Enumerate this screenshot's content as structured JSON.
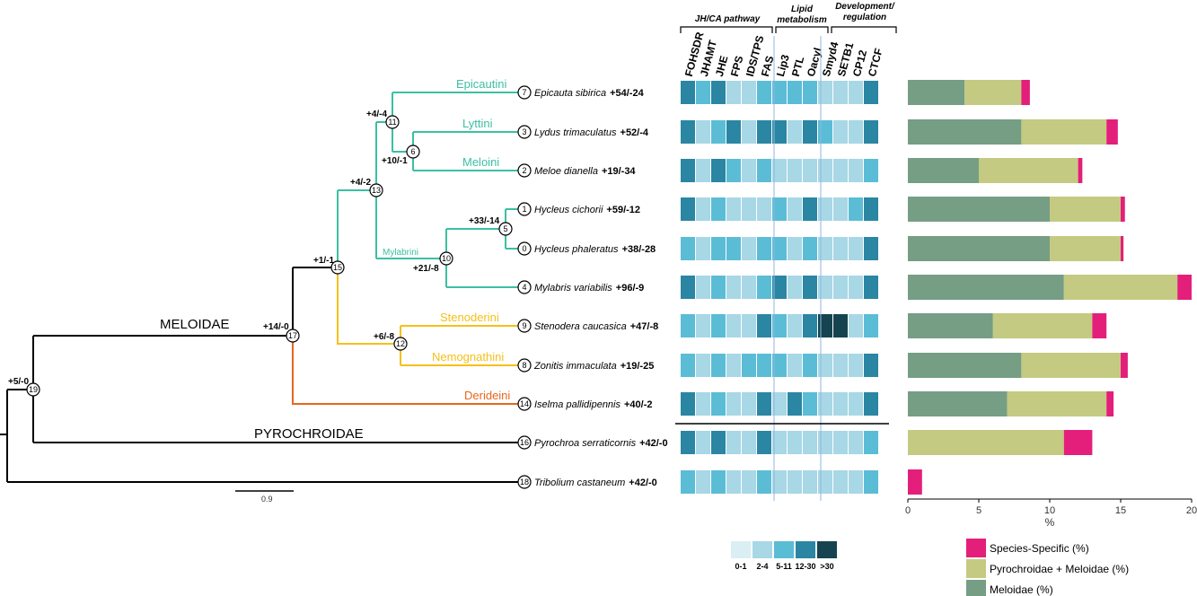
{
  "tree": {
    "families": [
      {
        "id": "meloidae",
        "label": "MELOIDAE"
      },
      {
        "id": "pyrochroidae",
        "label": "PYROCHROIDAE"
      }
    ],
    "tribes": [
      {
        "id": "epicautini",
        "label": "Epicautini",
        "color": "#3cbfa3"
      },
      {
        "id": "lyttini",
        "label": "Lyttini",
        "color": "#3cbfa3"
      },
      {
        "id": "meloini",
        "label": "Meloini",
        "color": "#3cbfa3"
      },
      {
        "id": "mylabrini",
        "label": "Mylabrini",
        "color": "#3cbfa3"
      },
      {
        "id": "stenoderini",
        "label": "Stenoderini",
        "color": "#f5c018"
      },
      {
        "id": "nemognathini",
        "label": "Nemognathini",
        "color": "#f5c018"
      },
      {
        "id": "derideini",
        "label": "Derideini",
        "color": "#e8661e"
      }
    ],
    "nodes": [
      {
        "id": "n19",
        "number": "19",
        "stat": "+5/-0"
      },
      {
        "id": "n17",
        "number": "17",
        "stat": "+14/-0"
      },
      {
        "id": "n15",
        "number": "15",
        "stat": "+1/-1"
      },
      {
        "id": "n13",
        "number": "13",
        "stat": "+4/-2"
      },
      {
        "id": "n11",
        "number": "11",
        "stat": "+4/-4"
      },
      {
        "id": "n6",
        "number": "6",
        "stat": "+10/-1"
      },
      {
        "id": "n10",
        "number": "10",
        "stat": "+21/-8"
      },
      {
        "id": "n5",
        "number": "5",
        "stat": "+33/-14"
      },
      {
        "id": "n12",
        "number": "12",
        "stat": "+6/-8"
      }
    ],
    "scale_label": "0.9"
  },
  "gene_groups": [
    {
      "id": "jh",
      "line1": "JH/CA pathway",
      "line2": ""
    },
    {
      "id": "lipid",
      "line1": "Lipid",
      "line2": "metabolism"
    },
    {
      "id": "dev",
      "line1": "Development/",
      "line2": "regulation"
    }
  ],
  "genes": [
    "FOHSDR",
    "JHAMT",
    "JHE",
    "FPS",
    "IDS/TPS",
    "FAS",
    "Lip3",
    "PTL",
    "Oacyl",
    "Smyd4",
    "SETB1",
    "CP12",
    "CTCF"
  ],
  "heat_legend": {
    "labels": [
      "0-1",
      "2-4",
      "5-11",
      "12-30",
      ">30"
    ],
    "colors": [
      "#d9eff4",
      "#a8d7e6",
      "#5bbcd6",
      "#2a86a2",
      "#154450"
    ]
  },
  "chart_data": {
    "type": "bar",
    "stacked": true,
    "orientation": "horizontal",
    "xlim": [
      0,
      20
    ],
    "xticks": [
      0,
      5,
      10,
      15,
      20
    ],
    "xlabel": "%",
    "ylabel": "",
    "legend_position": "bottom-right",
    "categories": [
      "Epicauta sibirica",
      "Lydus trimaculatus",
      "Meloe dianella",
      "Hycleus cichorii",
      "Hycleus phaleratus",
      "Mylabris variabilis",
      "Stenodera caucasica",
      "Zonitis immaculata",
      "Iselma pallidipennis",
      "Pyrochroa serraticornis",
      "Tribolium castaneum"
    ],
    "series": [
      {
        "name": "Meloidae (%)",
        "color": "#759e84",
        "values": [
          4,
          8,
          5,
          10,
          10,
          11,
          6,
          8,
          7,
          0,
          0
        ]
      },
      {
        "name": "Pyrochroidae + Meloidae (%)",
        "color": "#c4ca81",
        "values": [
          4,
          6,
          7,
          5,
          5,
          8,
          7,
          7,
          7,
          11,
          0
        ]
      },
      {
        "name": "Species-Specific (%)",
        "color": "#e41f7b",
        "values": [
          0.6,
          0.8,
          0.3,
          0.3,
          0.2,
          1.0,
          1.0,
          0.5,
          0.5,
          2.0,
          1.0
        ]
      }
    ]
  },
  "species": [
    {
      "number": "7",
      "name": "Epicauta sibirica",
      "stat": "+54/-24",
      "heat": [
        4,
        3,
        4,
        2,
        2,
        3,
        3,
        3,
        3,
        2,
        2,
        2,
        4
      ]
    },
    {
      "number": "3",
      "name": "Lydus trimaculatus",
      "stat": "+52/-4",
      "heat": [
        4,
        2,
        3,
        4,
        2,
        4,
        4,
        2,
        4,
        3,
        2,
        2,
        4
      ]
    },
    {
      "number": "2",
      "name": "Meloe dianella",
      "stat": "+19/-34",
      "heat": [
        4,
        2,
        4,
        3,
        2,
        3,
        2,
        2,
        2,
        2,
        2,
        2,
        3
      ]
    },
    {
      "number": "1",
      "name": "Hycleus cichorii",
      "stat": "+59/-12",
      "heat": [
        4,
        2,
        3,
        2,
        2,
        2,
        3,
        2,
        4,
        2,
        2,
        3,
        4
      ]
    },
    {
      "number": "0",
      "name": "Hycleus phaleratus",
      "stat": "+38/-28",
      "heat": [
        3,
        2,
        3,
        3,
        2,
        3,
        3,
        2,
        3,
        2,
        2,
        2,
        4
      ]
    },
    {
      "number": "4",
      "name": "Mylabris variabilis",
      "stat": "+96/-9",
      "heat": [
        4,
        2,
        3,
        2,
        2,
        3,
        4,
        2,
        4,
        2,
        2,
        2,
        4
      ]
    },
    {
      "number": "9",
      "name": "Stenodera caucasica",
      "stat": "+47/-8",
      "heat": [
        3,
        2,
        3,
        2,
        2,
        4,
        3,
        2,
        4,
        5,
        5,
        2,
        3
      ]
    },
    {
      "number": "8",
      "name": "Zonitis immaculata",
      "stat": "+19/-25",
      "heat": [
        3,
        2,
        3,
        2,
        3,
        3,
        3,
        2,
        3,
        2,
        2,
        2,
        4
      ]
    },
    {
      "number": "14",
      "name": "Iselma pallidipennis",
      "stat": "+40/-2",
      "heat": [
        4,
        2,
        3,
        2,
        2,
        4,
        2,
        4,
        3,
        2,
        2,
        2,
        4
      ]
    },
    {
      "number": "16",
      "name": "Pyrochroa serraticornis",
      "stat": "+42/-0",
      "heat": [
        4,
        2,
        4,
        2,
        2,
        4,
        2,
        2,
        2,
        2,
        2,
        2,
        3
      ]
    },
    {
      "number": "18",
      "name": "Tribolium castaneum",
      "stat": "+42/-0",
      "heat": [
        3,
        2,
        3,
        2,
        2,
        3,
        2,
        2,
        2,
        2,
        2,
        2,
        3
      ]
    }
  ]
}
